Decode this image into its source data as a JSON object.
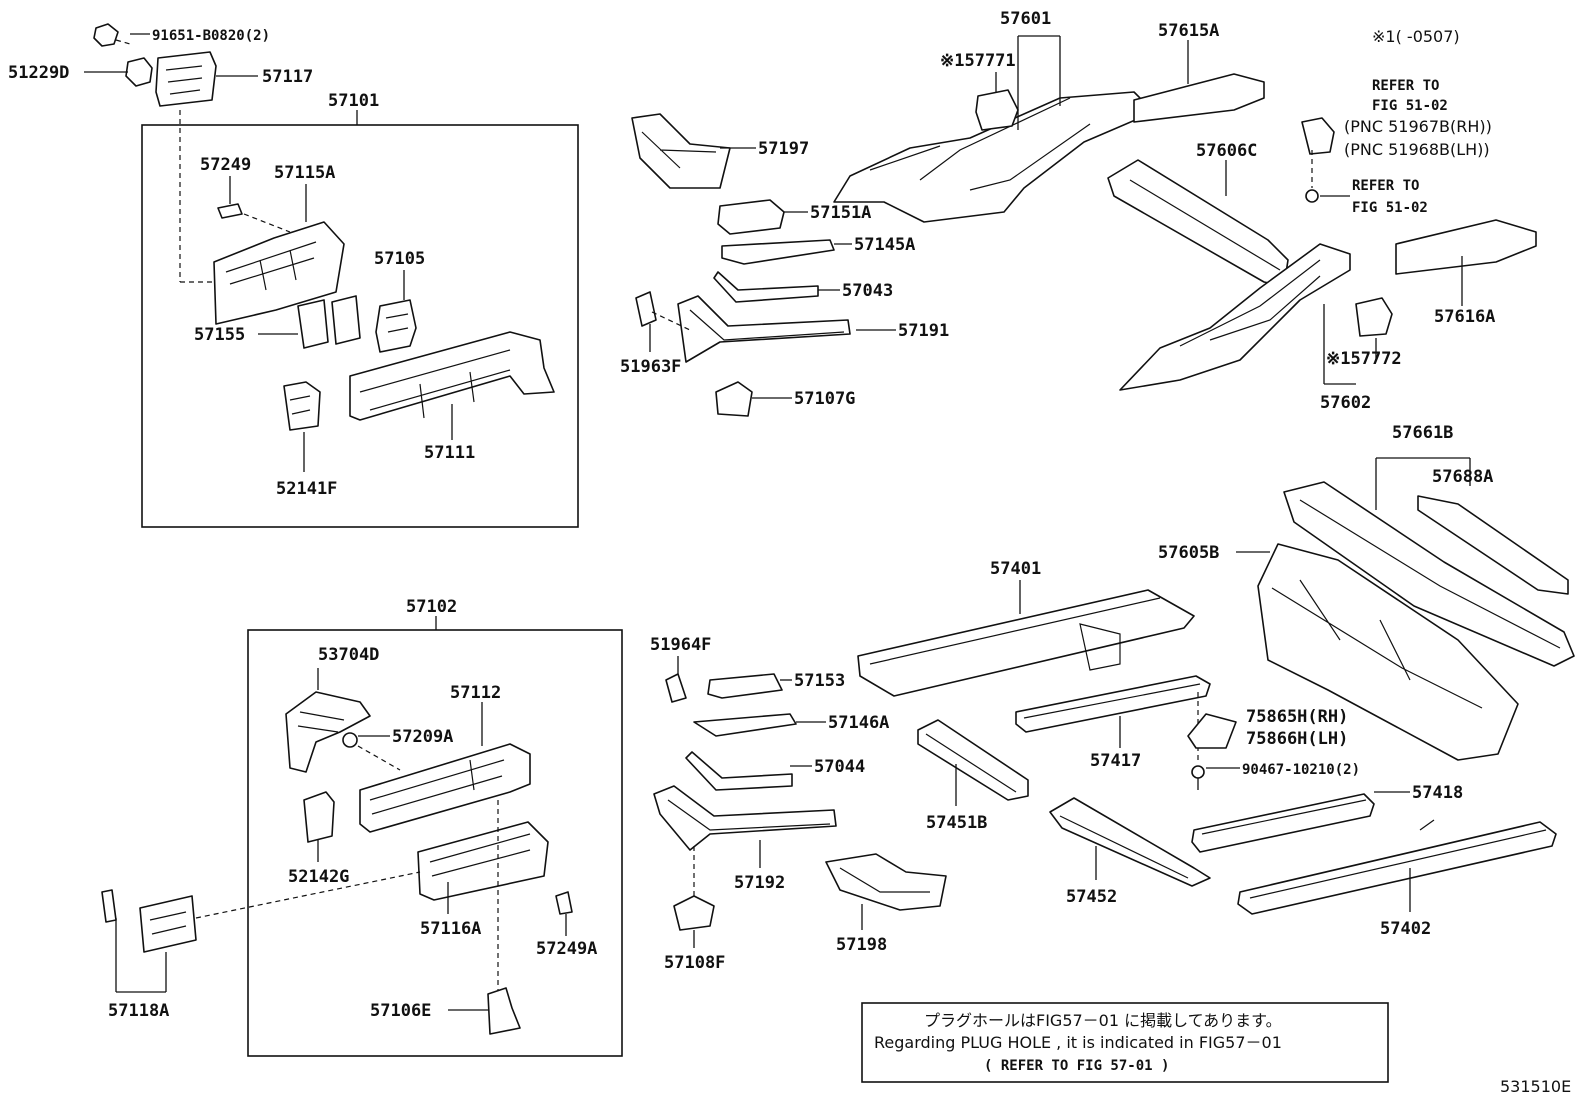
{
  "figure_code": "531510E",
  "supersession_note": "※1(      -0507)",
  "groups": {
    "g57101": "57101",
    "g57102": "57102"
  },
  "labels": {
    "p91651": "91651-B0820(2)",
    "p51229D": "51229D",
    "p57117": "57117",
    "p57249": "57249",
    "p57115A": "57115A",
    "p57105": "57105",
    "p57155": "57155",
    "p57111": "57111",
    "p52141F": "52141F",
    "p57197": "57197",
    "p57151A": "57151A",
    "p57145A": "57145A",
    "p57043": "57043",
    "p57191": "57191",
    "p51963F": "51963F",
    "p57107G": "57107G",
    "p57601": "57601",
    "p57771": "※157771",
    "p57615A": "57615A",
    "p57606C": "57606C",
    "p57772": "※157772",
    "p57602": "57602",
    "p57616A": "57616A",
    "p57661B": "57661B",
    "p57688A": "57688A",
    "p57605B": "57605B",
    "p57401": "57401",
    "p51964F": "51964F",
    "p57153": "57153",
    "p57146A": "57146A",
    "p57044": "57044",
    "p57192": "57192",
    "p57108F": "57108F",
    "p57198": "57198",
    "p57451B": "57451B",
    "p57417": "57417",
    "p57452": "57452",
    "p75865H": "75865H(RH)",
    "p75866H": "75866H(LH)",
    "p90467": "90467-10210(2)",
    "p57418": "57418",
    "p57402": "57402",
    "p53704D": "53704D",
    "p57112": "57112",
    "p57209A": "57209A",
    "p52142G": "52142G",
    "p57116A": "57116A",
    "p57249A": "57249A",
    "p57106E": "57106E",
    "p57118A": "57118A"
  },
  "refer_top": {
    "line1": "REFER TO",
    "line2": "FIG 51-02",
    "line3": "(PNC 51967B(RH))",
    "line4": "(PNC 51968B(LH))"
  },
  "refer_mid": {
    "line1": "REFER TO",
    "line2": "FIG 51-02"
  },
  "note": {
    "jp": "プラグホールはFIG57－01 に掲載してあります。",
    "en": "Regarding PLUG HOLE , it is indicated in FIG57－01",
    "ref": "(     REFER TO FIG 57-01     )"
  }
}
